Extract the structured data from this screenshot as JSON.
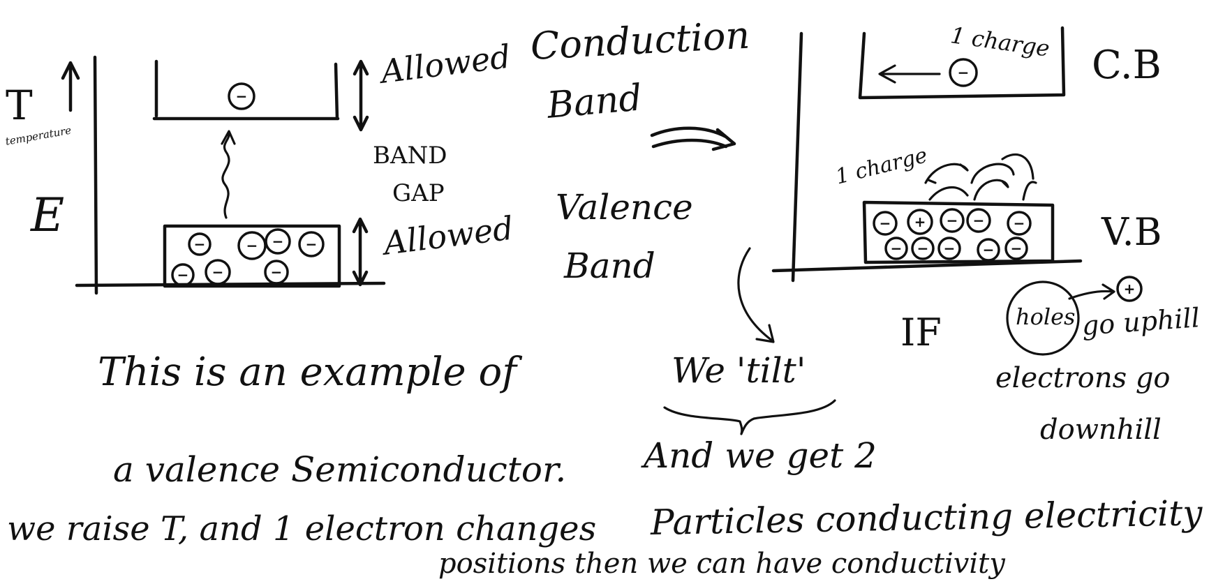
{
  "left_diagram": {
    "temperature_label": "T",
    "temperature_word": "temperature",
    "energy_label": "E",
    "upper_band_label": "Allowed",
    "gap_label_line1": "BAND",
    "gap_label_line2": "GAP",
    "lower_band_label": "Allowed"
  },
  "middle": {
    "conduction_line1": "Conduction",
    "conduction_line2": "Band",
    "valence_line1": "Valence",
    "valence_line2": "Band",
    "tilt_label": "We 'tilt'",
    "result_line1": "And we get 2",
    "result_line2": "Particles conducting electricity"
  },
  "right_diagram": {
    "cb_charge_label": "1 charge",
    "cb_label": "C.B",
    "vb_charge_label": "1 charge",
    "vb_label": "V.B",
    "if_label": "IF",
    "holes_label": "holes",
    "holes_rest": "go uphill",
    "electrons_line1": "electrons go",
    "electrons_line2": "downhill"
  },
  "bottom_text": {
    "example_line1": "This is an example of",
    "example_line2": "a valence Semiconductor.",
    "raise_line": "we raise T, and 1 electron changes",
    "positions_line": "positions then we can have conductivity"
  },
  "signs": {
    "minus": "−",
    "plus": "+"
  }
}
